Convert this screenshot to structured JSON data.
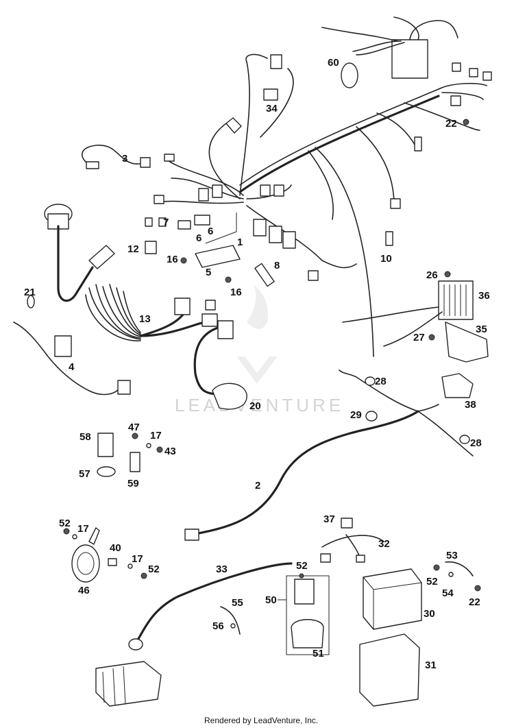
{
  "diagram": {
    "callouts": [
      "1",
      "2",
      "3",
      "4",
      "5",
      "6",
      "6",
      "7",
      "8",
      "10",
      "12",
      "13",
      "16",
      "16",
      "17",
      "17",
      "17",
      "20",
      "21",
      "22",
      "22",
      "26",
      "27",
      "28",
      "28",
      "29",
      "30",
      "31",
      "32",
      "33",
      "34",
      "35",
      "36",
      "37",
      "38",
      "40",
      "43",
      "46",
      "47",
      "50",
      "51",
      "52",
      "52",
      "52",
      "52",
      "53",
      "54",
      "55",
      "56",
      "57",
      "58",
      "59",
      "60"
    ],
    "footer": "Rendered by LeadVenture, Inc.",
    "watermark": "LEADVENTURE"
  }
}
